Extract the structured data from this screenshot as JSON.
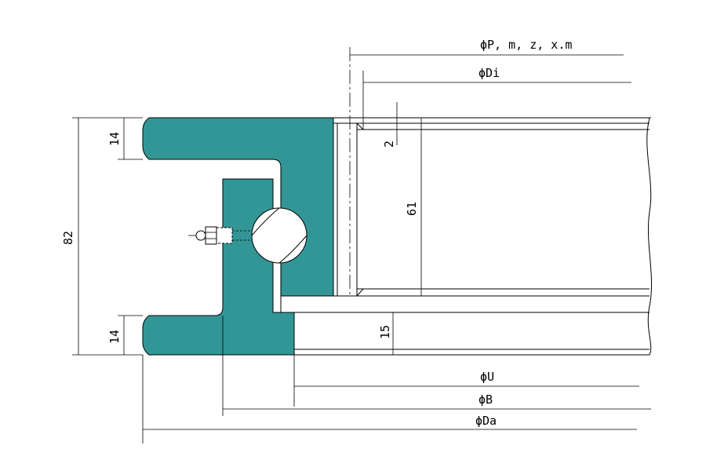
{
  "colors": {
    "ring_fill": "#339696",
    "line": "#000000",
    "background": "#ffffff"
  },
  "dimensions": {
    "pitch": "ϕP, m, z, x.m",
    "inner_diameter": "ϕDi",
    "u_diameter": "ϕU",
    "b_diameter": "ϕB",
    "outer_diameter": "ϕDa",
    "total_height": "82",
    "top_flange": "14",
    "bottom_flange": "14",
    "tooth_top_gap": "2",
    "tooth_height": "61",
    "bottom_gap": "15"
  }
}
